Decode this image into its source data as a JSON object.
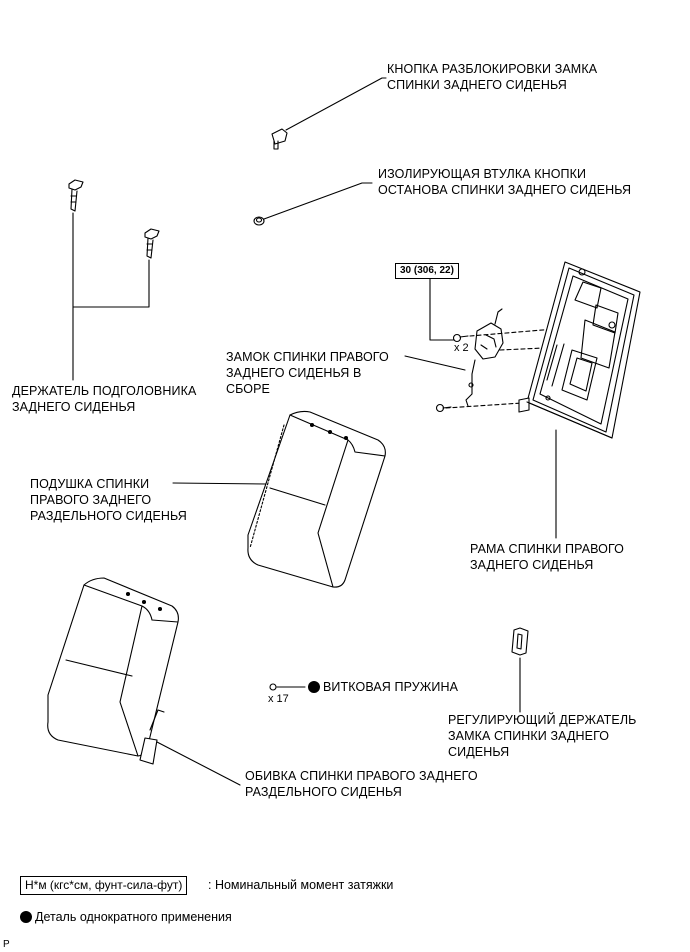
{
  "labels": {
    "unlock_button": [
      "КНОПКА РАЗБЛОКИРОВКИ ЗАМКА",
      "СПИНКИ ЗАДНЕГО СИДЕНЬЯ"
    ],
    "stop_bushing": [
      "ИЗОЛИРУЮЩАЯ ВТУЛКА КНОПКИ",
      "ОСТАНОВА СПИНКИ ЗАДНЕГО СИДЕНЬЯ"
    ],
    "headrest_holder": [
      "ДЕРЖАТЕЛЬ ПОДГОЛОВНИКА",
      "ЗАДНЕГО СИДЕНЬЯ"
    ],
    "lock_assembly": [
      "ЗАМОК СПИНКИ ПРАВОГО",
      "ЗАДНЕГО СИДЕНЬЯ В",
      "СБОРЕ"
    ],
    "back_cushion": [
      "ПОДУШКА СПИНКИ",
      "ПРАВОГО ЗАДНЕГО",
      "РАЗДЕЛЬНОГО СИДЕНЬЯ"
    ],
    "back_frame": [
      "РАМА СПИНКИ ПРАВОГО",
      "ЗАДНЕГО СИДЕНЬЯ"
    ],
    "coil_spring": "ВИТКОВАЯ ПРУЖИНА",
    "lock_holder": [
      "РЕГУЛИРУЮЩИЙ ДЕРЖАТЕЛЬ",
      "ЗАМКА СПИНКИ ЗАДНЕГО",
      "СИДЕНЬЯ"
    ],
    "back_cover": [
      "ОБИВКА СПИНКИ ПРАВОГО ЗАДНЕГО",
      "РАЗДЕЛЬНОГО СИДЕНЬЯ"
    ]
  },
  "torque": "30 (306, 22)",
  "quantities": {
    "bolts": "x 2",
    "springs": "x 17"
  },
  "legend": {
    "torque_unit": "Н*м (кгс*см, фунт-сила-фут)",
    "torque_desc": ": Номинальный момент затяжки",
    "one_time_desc": "Деталь однократного применения"
  },
  "corner_mark": "P",
  "colors": {
    "line": "#000000",
    "background": "#ffffff"
  }
}
